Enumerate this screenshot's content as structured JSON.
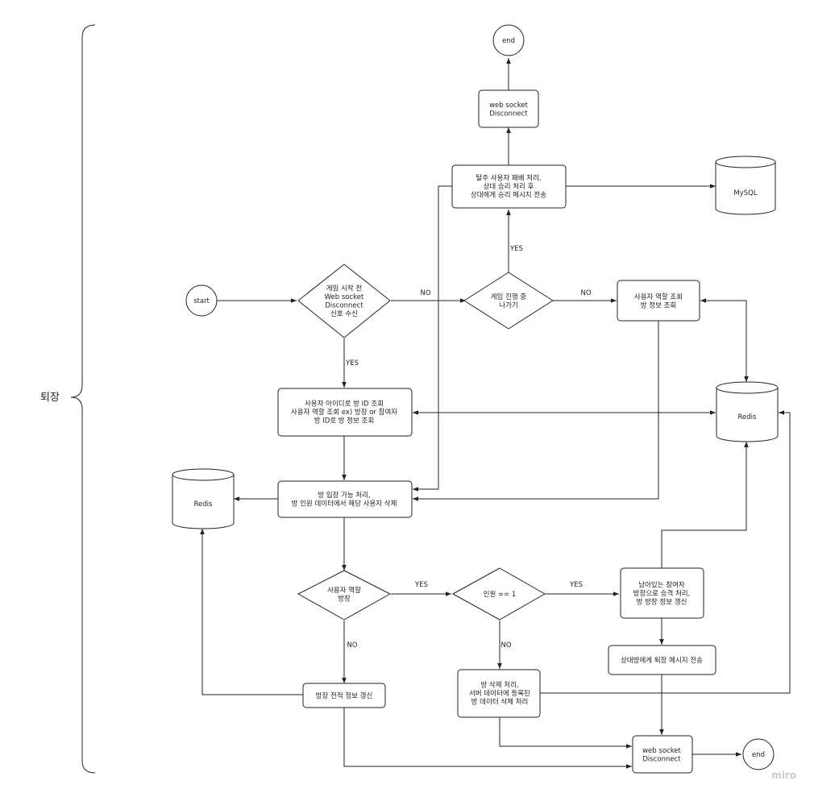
{
  "group_label": "퇴장",
  "brand": "miro",
  "nodes": {
    "start": "start",
    "end_top": "end",
    "end_bottom": "end",
    "ws_disconnect_top": [
      "web socket",
      "Disconnect"
    ],
    "forfeit": [
      "탈주 사용자 패배 처리,",
      "상대 승리 처리 후",
      "상대에게 승리 메시지 전송"
    ],
    "mysql": "MySQL",
    "before_game": [
      "게임 시작 전",
      "Web socket",
      "Disconnect",
      "신호 수신"
    ],
    "in_game_leave": [
      "게임 진행 중",
      "나가기"
    ],
    "role_lookup_right": [
      "사용자 역할 조회",
      "방 정보 조회"
    ],
    "redis_right": "Redis",
    "room_lookup": [
      "사용자 아이디로  방 ID 조회",
      "사용자 역할 조회 ex) 방장 or 참여자",
      "방 ID로 방 정보 조회"
    ],
    "redis_left": "Redis",
    "enable_entry": [
      "방 입장 가능 처리,",
      "방 인원 데이터에서 해당 사용자  삭제"
    ],
    "is_host": [
      "사용자 역할",
      "방장"
    ],
    "count_one": [
      "인원 == 1"
    ],
    "promote": [
      "남아있는 참여자",
      "방장으로 승격 처리,",
      "방 방장 정보 갱신"
    ],
    "notify": "상대방에게 퇴장 메시지 전송",
    "host_update": "방장 전적 정보 갱신",
    "delete_room": [
      "방 삭제 처리,",
      "서버 데이터에 등록된",
      "방 데이터 삭제 처리"
    ],
    "ws_disconnect_bottom": [
      "web socket",
      "Disconnect"
    ]
  },
  "edges": {
    "no_1": "NO",
    "no_2": "NO",
    "yes_1": "YES",
    "yes_2": "YES",
    "yes_3": "YES",
    "yes_4": "YES",
    "no_3": "NO",
    "no_4": "NO"
  }
}
